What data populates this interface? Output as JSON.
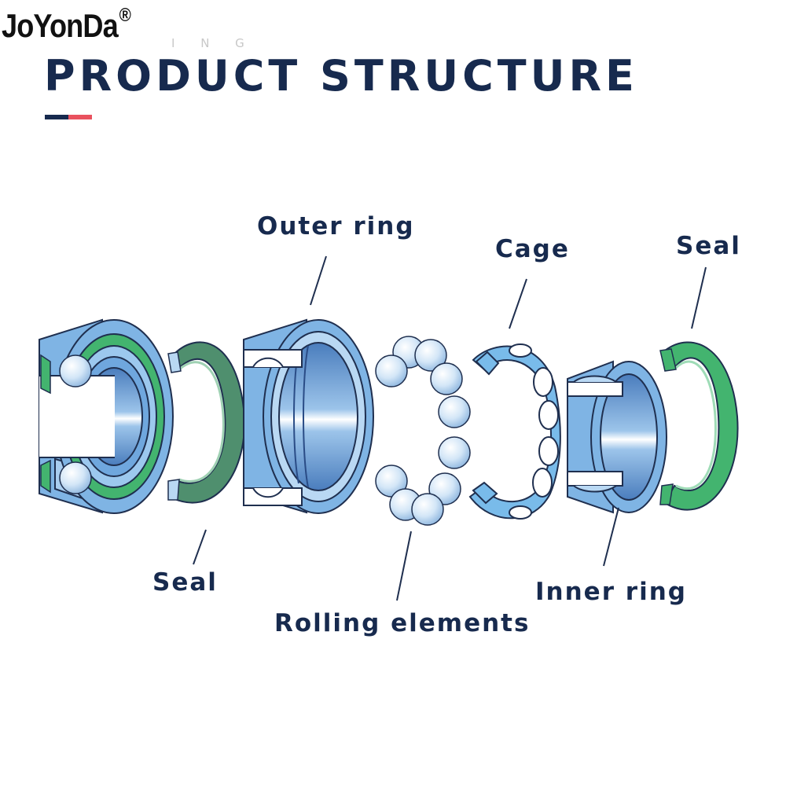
{
  "header": {
    "brand": "JoYonDa",
    "brand_mark": "®",
    "faded_text": "I N G",
    "title": "PRODUCT STRUCTURE"
  },
  "components": {
    "outer_ring": "Outer ring",
    "cage": "Cage",
    "seal_right": "Seal",
    "seal_left": "Seal",
    "rolling_elements": "Rolling elements",
    "inner_ring": "Inner ring"
  },
  "colors": {
    "title_navy": "#172a4e",
    "accent_red": "#e9515e",
    "ring_blue": "#7fb4e4",
    "ring_light": "#b9d8f3",
    "bore_dark": "#4d80bf",
    "seal_green": "#3fb56e",
    "seal_dark_green": "#4f8f6e",
    "cage_blue": "#79bbea",
    "ball_light": "#e3f0fb"
  }
}
